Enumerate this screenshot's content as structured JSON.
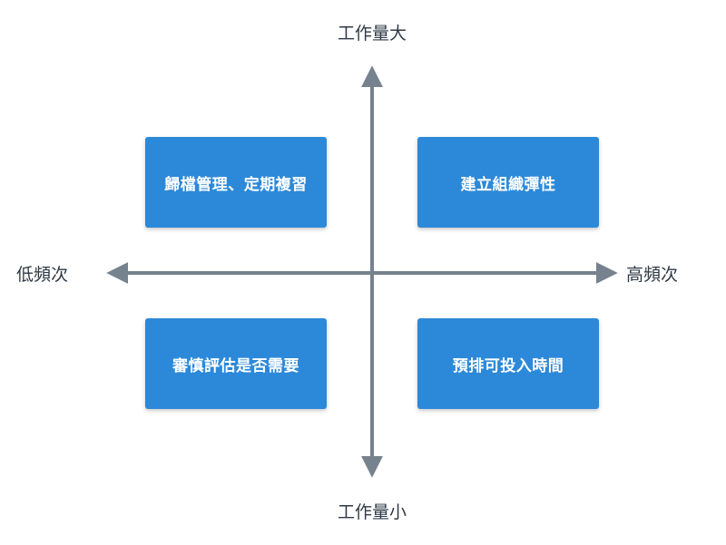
{
  "axes": {
    "top": "工作量大",
    "bottom": "工作量小",
    "left": "低頻次",
    "right": "高頻次",
    "color": "#76828e"
  },
  "quadrants": {
    "top_left": "歸檔管理、定期複習",
    "top_right": "建立組織彈性",
    "bottom_left": "審慎評估是否需要",
    "bottom_right": "預排可投入時間",
    "box_color": "#2c89d9",
    "text_color": "#ffffff"
  }
}
